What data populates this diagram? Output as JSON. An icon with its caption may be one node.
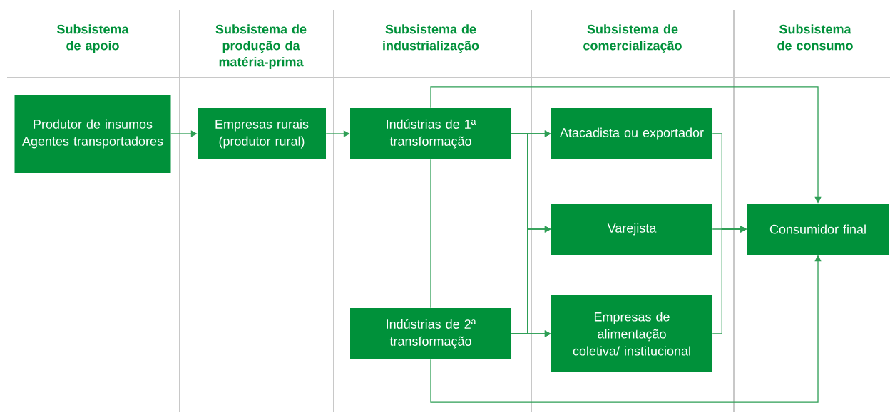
{
  "diagram": {
    "nodes": [
      {
        "text": [
          "Produtor de insumos",
          "Agentes transportadores"
        ]
      },
      {
        "text": [
          "Empresas rurais (produtor rural)"
        ]
      },
      {
        "text": [
          "Indústrias de 1ª transformação"
        ]
      },
      {
        "text": [
          "Atacadista ou exportador"
        ]
      },
      {
        "text": [
          "Varejista"
        ]
      },
      {
        "text": [
          "Consumidor final"
        ]
      },
      {
        "text": [
          "Indústrias de 2ª transformação"
        ]
      },
      {
        "text": [
          "Empresas de alimentação coletiva/ institucional"
        ]
      }
    ],
    "edges": [
      {
        "from": 0,
        "to": 1,
        "arrow": "to"
      },
      {
        "from": 1,
        "to": 2,
        "arrow": "to"
      },
      {
        "from": 2,
        "to": 3,
        "arrow": "to"
      },
      {
        "from": 2,
        "to": 4,
        "arrow": "to"
      },
      {
        "from": 2,
        "to": 7,
        "arrow": "to"
      },
      {
        "from": 6,
        "to": 3,
        "arrow": "to"
      },
      {
        "from": 6,
        "to": 4,
        "arrow": "to"
      },
      {
        "from": 6,
        "to": 7,
        "arrow": "to"
      },
      {
        "from": 3,
        "to": 5,
        "arrow": "to"
      },
      {
        "from": 4,
        "to": 5,
        "arrow": "to"
      },
      {
        "from": 7,
        "to": 5,
        "arrow": "to"
      },
      {
        "from": 2,
        "to": 5,
        "arrow": "to"
      },
      {
        "from": 6,
        "to": 5,
        "arrow": "to"
      },
      {
        "from": 2,
        "to": 6,
        "arrow": "none"
      }
    ],
    "labels": [
      "Subsistema de apoio",
      "Subsistema de produção da matéria-prima",
      "Subsistema de industrialização",
      "Subsistema de comercialização",
      "Subsistema de consumo"
    ]
  }
}
